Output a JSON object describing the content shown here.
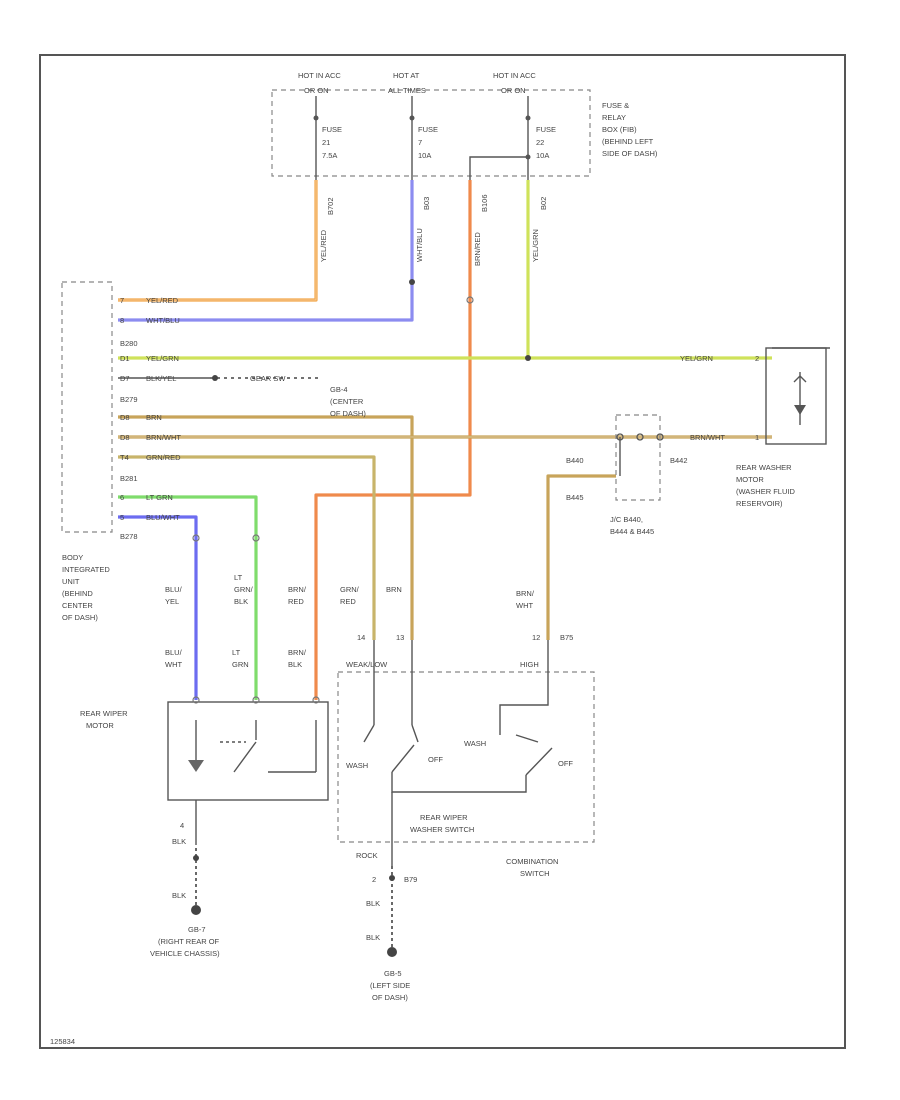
{
  "fuse_box": {
    "hot_labels": [
      {
        "l1": "HOT IN ACC",
        "l2": "OR ON"
      },
      {
        "l1": "HOT AT",
        "l2": "ALL TIMES"
      },
      {
        "l1": "HOT IN ACC",
        "l2": "OR ON"
      }
    ],
    "fuses": [
      {
        "name": "FUSE",
        "num": "21",
        "amp": "7.5A"
      },
      {
        "name": "FUSE",
        "num": "7",
        "amp": "10A"
      },
      {
        "name": "FUSE",
        "num": "22",
        "amp": "10A"
      }
    ],
    "title": [
      "FUSE &",
      "RELAY",
      "BOX (FIB)",
      "(BEHIND LEFT",
      "SIDE OF DASH)"
    ],
    "pins": [
      "B702",
      "B03",
      "B106",
      "B02"
    ]
  },
  "wire_colors": {
    "yel_red": "#f2a64a",
    "wht_blu": "#8c8cf0",
    "brn_red": "#ef8a4c",
    "yel_grn": "#cfe25a",
    "brn": "#c8a45a",
    "brn_wht": "#c8a45a",
    "grn_red": "#c8b46a",
    "lt_grn": "#7fdc6c",
    "blu_wht": "#6c6cf0",
    "gray": "#9a9a9a"
  },
  "vertical_wire_labels": [
    "YEL/RED",
    "WHT/BLU",
    "BRN/RED",
    "YEL/GRN"
  ],
  "biu_connectors": [
    "B280",
    "B279",
    "B281",
    "B278"
  ],
  "biu_pins": [
    {
      "pin": "7",
      "color": "YEL/RED"
    },
    {
      "pin": "8",
      "color": "WHT/BLU"
    },
    {
      "pin": "D1",
      "color": "YEL/GRN"
    },
    {
      "pin": "D7",
      "color": "BLK/YEL"
    },
    {
      "pin": "D8",
      "color": "BRN"
    },
    {
      "pin": "D8",
      "color": "BRN/WHT"
    },
    {
      "pin": "T4",
      "color": "GRN/RED"
    },
    {
      "pin": "6",
      "color": "LT GRN"
    },
    {
      "pin": "5",
      "color": "BLU/WHT"
    }
  ],
  "gear_line": "GEAR SW",
  "gb4": [
    "GB-4",
    "(CENTER",
    "OF DASH)"
  ],
  "biu_title": [
    "BODY",
    "INTEGRATED",
    "UNIT",
    "(BEHIND",
    "CENTER",
    "OF DASH)"
  ],
  "washer_motor": {
    "wire": "YEL/GRN",
    "wire2": "BRN/WHT",
    "pin1": "2",
    "pin2": "1",
    "title": [
      "REAR WASHER",
      "MOTOR",
      "(WASHER FLUID",
      "RESERVOIR)"
    ]
  },
  "jc": {
    "pins": [
      "B440",
      "B442",
      "B445"
    ],
    "title": [
      "J/C B440,",
      "B444 & B445"
    ]
  },
  "mid_wires": {
    "blu_yel": [
      "BLU/",
      "YEL"
    ],
    "lt_grn_blk": [
      "LT",
      "GRN/",
      "BLK"
    ],
    "brn_red": [
      "BRN/",
      "RED"
    ],
    "grn_red": [
      "GRN/",
      "RED"
    ],
    "brn": [
      "BRN"
    ],
    "brn_wht": [
      "BRN/",
      "WHT"
    ],
    "blu_wht": [
      "BLU/",
      "WHT"
    ],
    "lt_grn": [
      "LT",
      "GRN"
    ],
    "brn_blk": [
      "BRN/",
      "BLK"
    ]
  },
  "switch_pins": {
    "left_a": "14",
    "left_b": "13",
    "right_a": "12",
    "right_code": "B75"
  },
  "combination": {
    "hdr_left": "WEAK/LOW",
    "hdr_right": "HIGH",
    "wash1": "WASH",
    "off1": "OFF",
    "wash2": "WASH",
    "off2": "OFF",
    "title": [
      "REAR WIPER",
      "WASHER SWITCH"
    ],
    "outer": [
      "COMBINATION",
      "SWITCH"
    ]
  },
  "wiper_motor": {
    "title": [
      "REAR WIPER",
      "MOTOR"
    ]
  },
  "ground_left": {
    "pin": "4",
    "w1": "BLK",
    "w2": "BLK",
    "title": [
      "GB-7",
      "(RIGHT REAR OF",
      "VEHICLE CHASSIS)"
    ]
  },
  "ground_right": {
    "lock": "ROCK",
    "pin": "2",
    "code": "B79",
    "w1": "BLK",
    "w2": "BLK",
    "title": [
      "GB-5",
      "(LEFT SIDE",
      "OF DASH)"
    ]
  },
  "code": "125834"
}
